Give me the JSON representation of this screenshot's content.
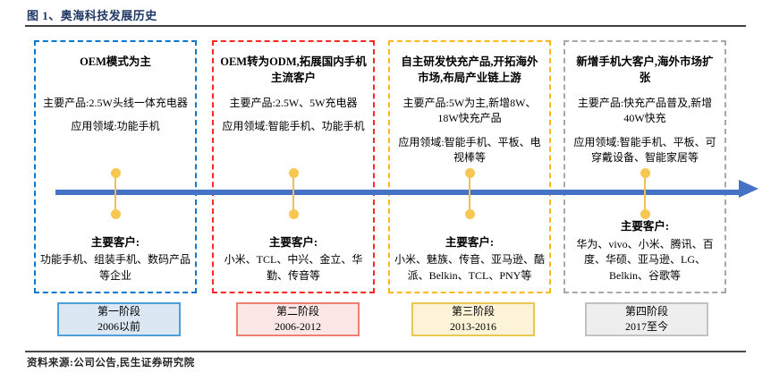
{
  "figure": {
    "title": "图 1、奥海科技发展历史",
    "source": "资料来源:公司公告,民生证券研究院"
  },
  "timeline": {
    "color": "#4472C4",
    "connector_line_color": "#EFC153",
    "connector_dot_color": "#F6C852"
  },
  "stages": [
    {
      "box_title": "OEM模式为主",
      "products": "主要产品:2.5W头线一体充电器",
      "applications": "应用领域:功能手机",
      "customers_label": "主要客户:",
      "customers": "功能手机、组装手机、数码产品等企业",
      "stage_name": "第一阶段",
      "stage_period": "2006以前",
      "accent": "#0B78D0",
      "label_bg": "#DBE8F4",
      "label_border": "#4FA0DA"
    },
    {
      "box_title": "OEM转为ODM,拓展国内手机主流客户",
      "products": "主要产品:2.5W、5W充电器",
      "applications": "应用领域:智能手机、功能手机",
      "customers_label": "主要客户:",
      "customers": "小米、TCL、中兴、金立、华勤、传音等",
      "stage_name": "第二阶段",
      "stage_period": "2006-2012",
      "accent": "#FB2A1E",
      "label_bg": "#FBE8E6",
      "label_border": "#EC7E72"
    },
    {
      "box_title": "自主研发快充产品,开拓海外市场,布局产业链上游",
      "products": "主要产品:5W为主,新增8W、18W快充产品",
      "applications": "应用领域:智能手机、平板、电视棒等",
      "customers_label": "主要客户:",
      "customers": "小米、魅族、传音、亚马逊、酷派、Belkin、TCL、PNY等",
      "stage_name": "第三阶段",
      "stage_period": "2013-2016",
      "accent": "#FFB81C",
      "label_bg": "#FCF3D9",
      "label_border": "#E9C851"
    },
    {
      "box_title": "新增手机大客户,海外市场扩张",
      "products": "主要产品:快充产品普及,新增40W快充",
      "applications": "应用领域:智能手机、平板、可穿戴设备、智能家居等",
      "customers_label": "主要客户:",
      "customers": "华为、vivo、小米、腾讯、百度、华硕、亚马逊、LG、Belkin、谷歌等",
      "stage_name": "第四阶段",
      "stage_period": "2017至今",
      "accent": "#A8A8A8",
      "label_bg": "#EEEEEE",
      "label_border": "#C2C2C2"
    }
  ]
}
